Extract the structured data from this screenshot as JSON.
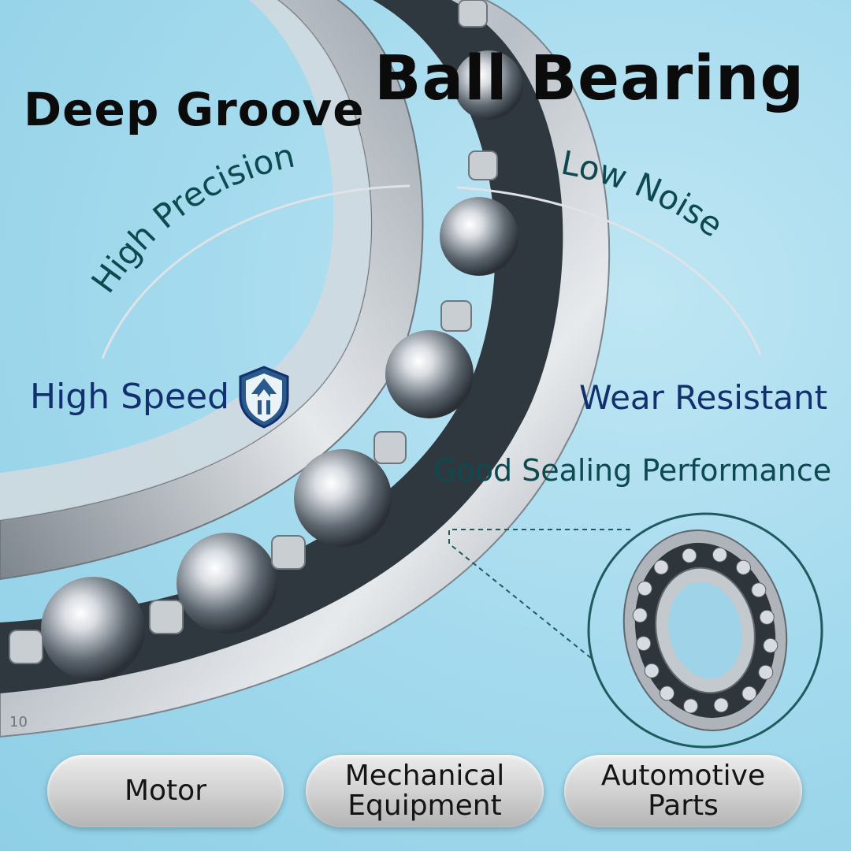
{
  "title": {
    "line1": "Deep Groove",
    "line2": "Ball Bearing"
  },
  "features": {
    "high_precision": "High Precision",
    "low_noise": "Low Noise",
    "high_speed": "High Speed",
    "wear_resistant": "Wear Resistant",
    "good_sealing": "Good Sealing Performance"
  },
  "applications": [
    {
      "label": "Motor"
    },
    {
      "label": "Mechanical\nEquipment"
    },
    {
      "label": "Automotive\nParts"
    }
  ],
  "ring_marking": {
    "bottom": "10"
  },
  "colors": {
    "headline": "#0b0b0b",
    "feature_text": "#13306e",
    "arc_text": "#0d4a4f",
    "background": "#a6dbee",
    "steel": "#c8cdd2"
  },
  "icons": {
    "badge": "shield-arrow-icon"
  }
}
